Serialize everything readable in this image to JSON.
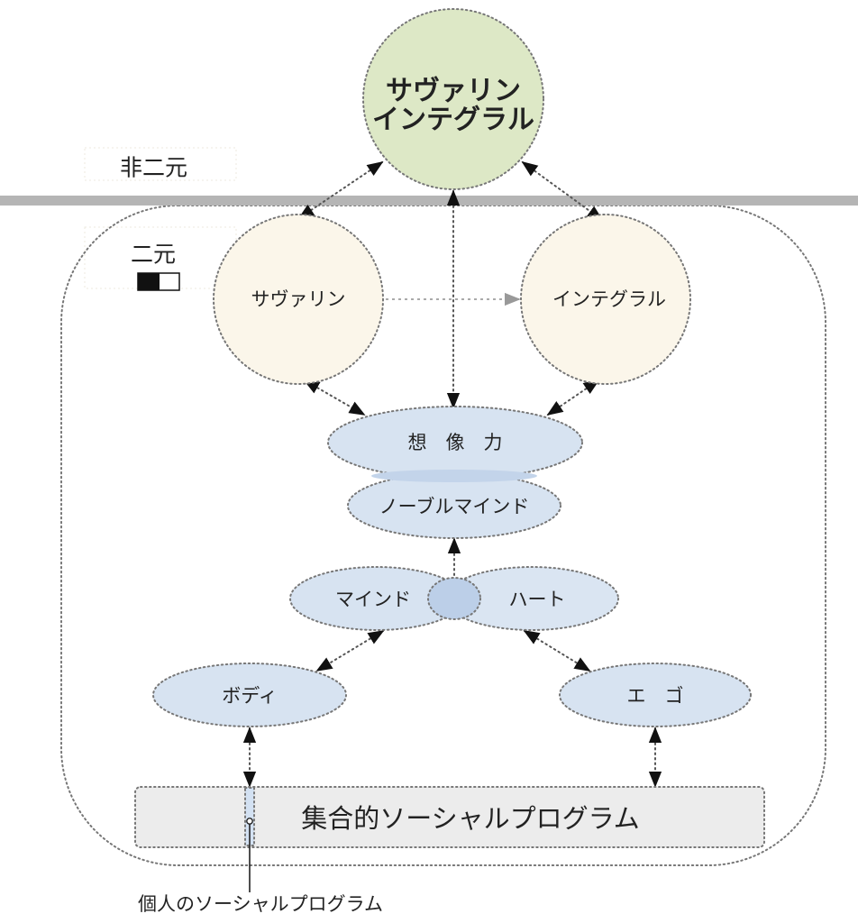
{
  "diagram": {
    "zones": {
      "non_dual": "非二元",
      "dual": "二元"
    },
    "nodes": {
      "sovereign_integral_line1": "サヴァリン",
      "sovereign_integral_line2": "インテグラル",
      "sovereign": "サヴァリン",
      "integral": "インテグラル",
      "imagination": "想　像　力",
      "noble_mind": "ノーブルマインド",
      "mind": "マインド",
      "heart": "ハート",
      "body": "ボディ",
      "ego": "エ　ゴ",
      "collective_social_program": "集合的ソーシャルプログラム"
    },
    "annotations": {
      "individual_social_program": "個人のソーシャルプログラム"
    },
    "colors": {
      "top_circle": "#dde8c6",
      "dual_circles": "#fbf6ea",
      "ellipses": "#d7e3f1",
      "overlap": "#bccfe8",
      "program_box": "#ececec",
      "divider": "#b5b5b5"
    },
    "edges": [
      {
        "from": "sovereign_integral",
        "to": "sovereign",
        "type": "bidirectional"
      },
      {
        "from": "sovereign_integral",
        "to": "integral",
        "type": "bidirectional"
      },
      {
        "from": "sovereign_integral",
        "to": "imagination",
        "type": "bidirectional"
      },
      {
        "from": "sovereign",
        "to": "integral",
        "type": "directed"
      },
      {
        "from": "sovereign",
        "to": "imagination",
        "type": "bidirectional"
      },
      {
        "from": "integral",
        "to": "imagination",
        "type": "bidirectional"
      },
      {
        "from": "noble_mind",
        "to": "mind_heart_overlap",
        "type": "bidirectional"
      },
      {
        "from": "mind",
        "to": "body",
        "type": "bidirectional"
      },
      {
        "from": "heart",
        "to": "ego",
        "type": "bidirectional"
      },
      {
        "from": "body",
        "to": "collective_social_program",
        "type": "bidirectional"
      },
      {
        "from": "ego",
        "to": "collective_social_program",
        "type": "bidirectional"
      }
    ]
  }
}
